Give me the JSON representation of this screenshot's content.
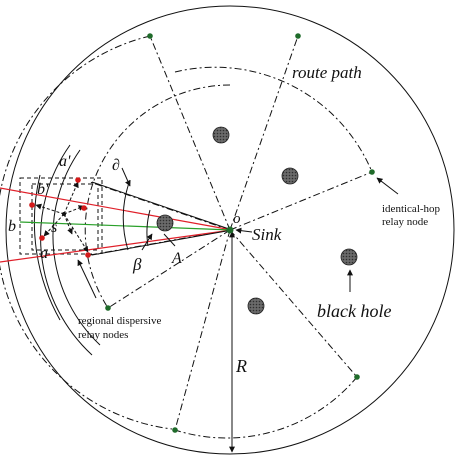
{
  "labels": {
    "route_path": "route path",
    "identical_hop_line1": "identical-hop",
    "identical_hop_line2": "relay node",
    "sink": "Sink",
    "o": "o",
    "black_hole": "black hole",
    "regional_line1": "regional  dispersive",
    "regional_line2": "relay nodes",
    "R": "R",
    "beta": "β",
    "A": "A",
    "partial": "∂",
    "a": "a",
    "a_prime": "a'",
    "b": "b",
    "b_prime": "b'",
    "s": "s"
  },
  "colors": {
    "stroke": "#111111",
    "black_hole_fill": "#5a5a5a",
    "relay_node": "#1f6b2a",
    "dispersive_node": "#d41a1a",
    "red_line": "#e0202a",
    "green_line": "#2aa02a"
  }
}
